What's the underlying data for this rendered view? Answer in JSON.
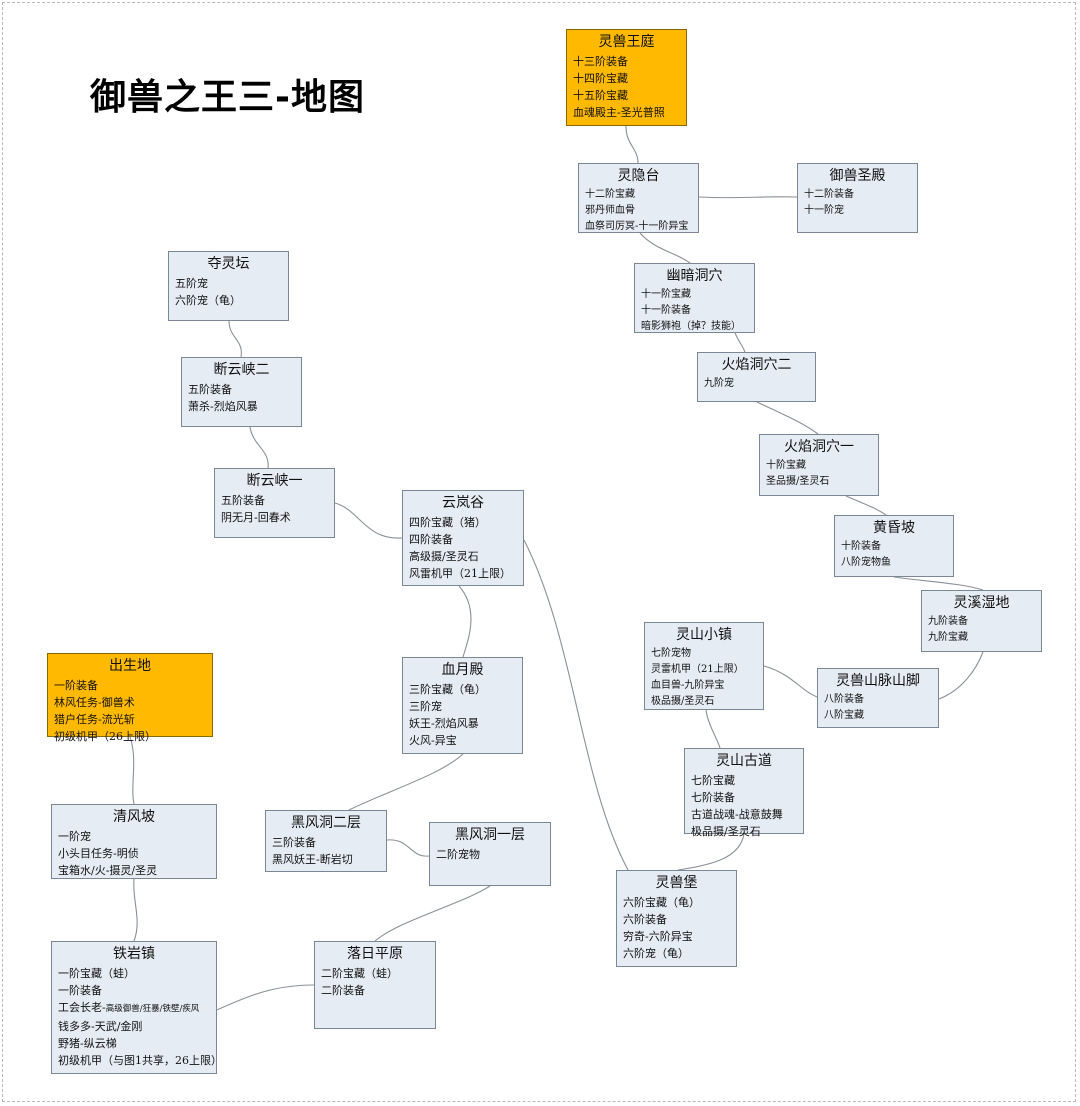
{
  "title": "御兽之王三-地图",
  "colors": {
    "node_fill": "#e6ecf3",
    "highlight_fill": "#ffb900",
    "connector": "#8a9098"
  },
  "nodes": [
    {
      "id": "lingshouwangting",
      "title": "灵兽王庭",
      "highlight": true,
      "lines": [
        "十三阶装备",
        "十四阶宝藏",
        "十五阶宝藏",
        "血魂殿主-圣光普照"
      ]
    },
    {
      "id": "lingyintai",
      "title": "灵隐台",
      "small": true,
      "lines": [
        "十二阶宝藏",
        "邪丹师血骨",
        "血祭司厉冥-十一阶异宝"
      ]
    },
    {
      "id": "yushoushengdian",
      "title": "御兽圣殿",
      "small": true,
      "lines": [
        "十二阶装备",
        "十一阶宠"
      ]
    },
    {
      "id": "youandongxue",
      "title": "幽暗洞穴",
      "small": true,
      "lines": [
        "十一阶宝藏",
        "十一阶装备",
        "暗影狮袍（掉？技能）"
      ]
    },
    {
      "id": "huoyandongxue2",
      "title": "火焰洞穴二",
      "small": true,
      "lines": [
        "九阶宠"
      ]
    },
    {
      "id": "huoyandongxue1",
      "title": "火焰洞穴一",
      "small": true,
      "lines": [
        "十阶宝藏",
        "圣品摄/圣灵石"
      ]
    },
    {
      "id": "huanghunpo",
      "title": "黄昏坡",
      "small": true,
      "lines": [
        "十阶装备",
        "八阶宠物鱼"
      ]
    },
    {
      "id": "lingxishidi",
      "title": "灵溪湿地",
      "small": true,
      "lines": [
        "九阶装备",
        "九阶宝藏"
      ]
    },
    {
      "id": "lingshanxiaozhen",
      "title": "灵山小镇",
      "small": true,
      "lines": [
        "七阶宠物",
        "灵雷机甲（21上限）",
        "血目兽-九阶异宝",
        "极品摄/圣灵石"
      ]
    },
    {
      "id": "lingshoushanmaishanjiao",
      "title": "灵兽山脉山脚",
      "small": true,
      "lines": [
        "八阶装备",
        "八阶宝藏"
      ]
    },
    {
      "id": "lingshangudao",
      "title": "灵山古道",
      "lines": [
        "七阶宝藏",
        "七阶装备",
        "古道战魂-战意鼓舞",
        "极品摄/圣灵石"
      ]
    },
    {
      "id": "lingshoubao",
      "title": "灵兽堡",
      "lines": [
        "六阶宝藏（龟）",
        "六阶装备",
        "穷奇-六阶异宝",
        "六阶宠（龟）"
      ]
    },
    {
      "id": "duolingtan",
      "title": "夺灵坛",
      "lines": [
        "五阶宠",
        "六阶宠（龟）"
      ]
    },
    {
      "id": "duanyunxia2",
      "title": "断云峡二",
      "lines": [
        "五阶装备",
        "萧杀-烈焰风暴"
      ]
    },
    {
      "id": "duanyunxia1",
      "title": "断云峡一",
      "lines": [
        "五阶装备",
        "阴无月-回春术"
      ]
    },
    {
      "id": "yunlangu",
      "title": "云岚谷",
      "lines": [
        "四阶宝藏（猪）",
        "四阶装备",
        "高级摄/圣灵石",
        "风雷机甲（21上限）"
      ]
    },
    {
      "id": "xueyuedian",
      "title": "血月殿",
      "lines": [
        "三阶宝藏（龟）",
        "三阶宠",
        "妖王-烈焰风暴",
        "火风-异宝"
      ]
    },
    {
      "id": "heifengdong2",
      "title": "黑风洞二层",
      "lines": [
        "三阶装备",
        "黑风妖王-断岩切"
      ]
    },
    {
      "id": "heifengdong1",
      "title": "黑风洞一层",
      "lines": [
        "二阶宠物"
      ]
    },
    {
      "id": "luoripingyuan",
      "title": "落日平原",
      "lines": [
        "二阶宝藏（蛙）",
        "二阶装备"
      ]
    },
    {
      "id": "chushengdi",
      "title": "出生地",
      "highlight": true,
      "lines": [
        "一阶装备",
        "林风任务-御兽术",
        "猎户任务-流光斩",
        "初级机甲（26上限）"
      ]
    },
    {
      "id": "qingfengpo",
      "title": "清风坡",
      "lines": [
        "一阶宠",
        "小头目任务-明侦",
        "宝箱水/火-摄灵/圣灵"
      ]
    },
    {
      "id": "tieyanzhen",
      "title": "铁岩镇",
      "lines": [
        "一阶宝藏（蛙）",
        "一阶装备",
        "工会长老-",
        "钱多多-天武/金刚",
        "野猪-纵云梯",
        "初级机甲（与图1共享，26上限）"
      ],
      "line3_sub": "高级御兽/狂暴/铁壁/疾风"
    }
  ]
}
